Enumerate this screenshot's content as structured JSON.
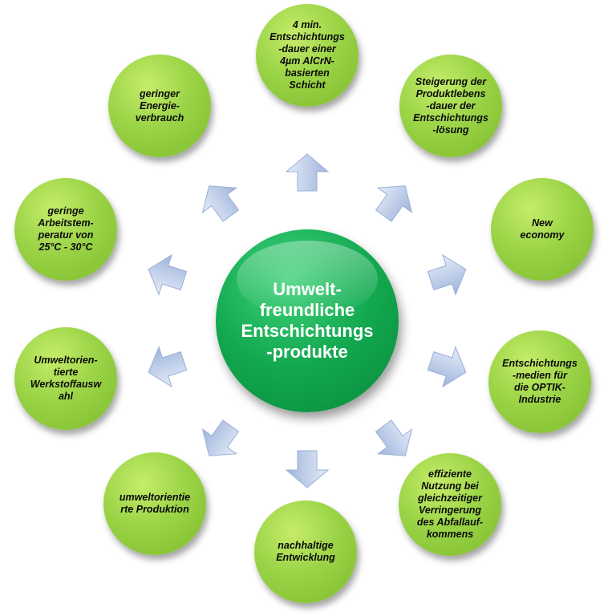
{
  "center": {
    "label": "Umwelt-\nfreundliche\nEntschichtungs\n-produkte"
  },
  "nodes": [
    {
      "id": "n1",
      "label": "4 min.\nEntschichtungs\n-dauer einer\n4µm AlCrN-\nbasierten\nSchicht"
    },
    {
      "id": "n2",
      "label": "Steigerung der\nProduktlebens\n-dauer der\nEntschichtungs\n-lösung"
    },
    {
      "id": "n3",
      "label": "New\neconomy"
    },
    {
      "id": "n4",
      "label": "Entschichtungs\n-medien für\ndie OPTIK-\nIndustrie"
    },
    {
      "id": "n5",
      "label": "effiziente\nNutzung bei\ngleichzeitiger\nVerringerung\ndes Abfallauf-\nkommens"
    },
    {
      "id": "n6",
      "label": "nachhaltige\nEntwicklung"
    },
    {
      "id": "n7",
      "label": "umweltorientie\nrte Produktion"
    },
    {
      "id": "n8",
      "label": "Umweltorien-\ntierte\nWerkstoffausw\nahl"
    },
    {
      "id": "n9",
      "label": "geringe\nArbeitstem-\nperatur von\n25°C - 30°C"
    },
    {
      "id": "n10",
      "label": "geringer\nEnergie-\nverbrauch"
    }
  ],
  "colors": {
    "center_fill": "#12a84f",
    "node_fill": "#9bd447",
    "arrow_fill": "#b9c9e6"
  }
}
